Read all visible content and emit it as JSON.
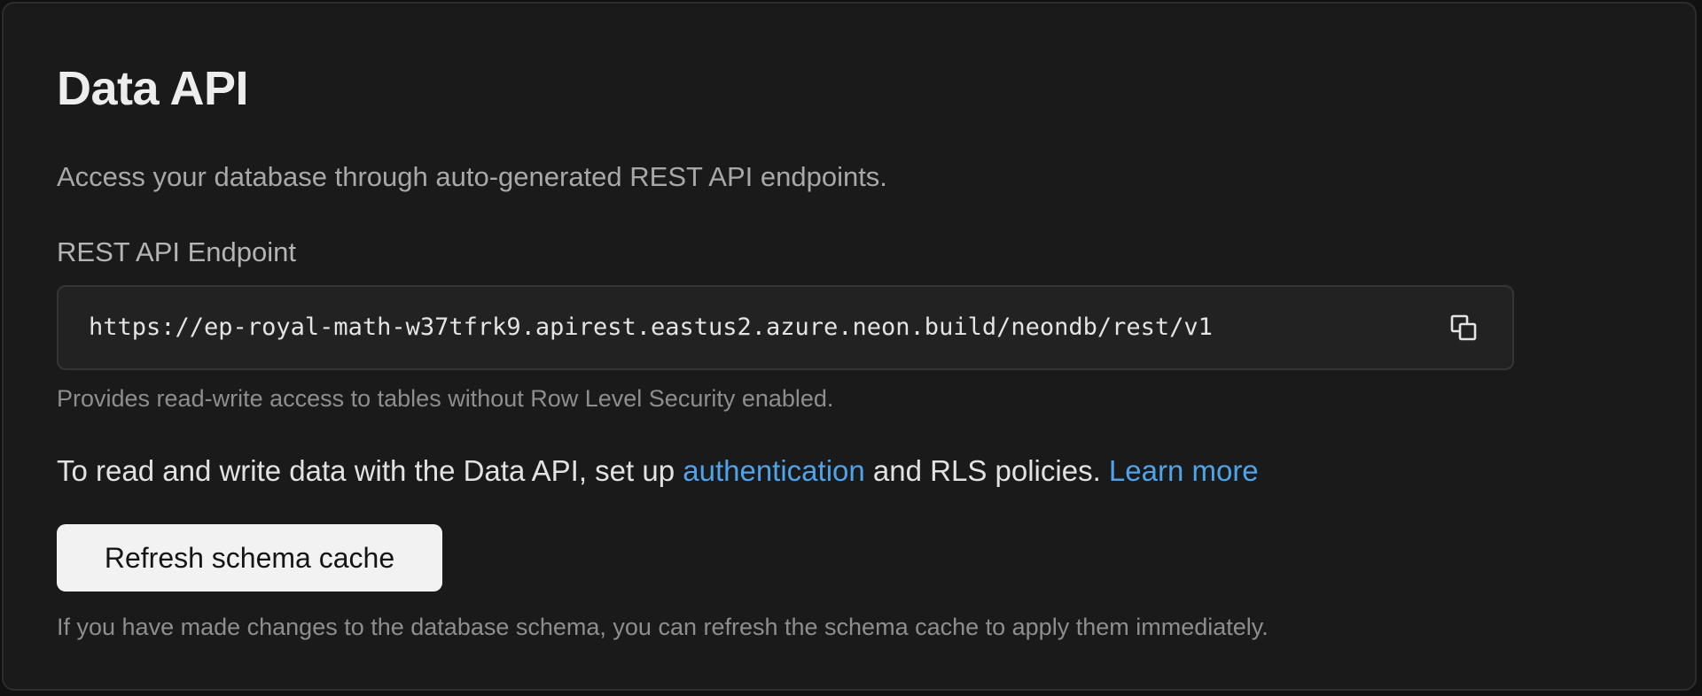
{
  "section": {
    "title": "Data API",
    "description": "Access your database through auto-generated REST API endpoints."
  },
  "endpoint": {
    "label": "REST API Endpoint",
    "url": "https://ep-royal-math-w37tfrk9.apirest.eastus2.azure.neon.build/neondb/rest/v1",
    "copy_icon": "copy-icon",
    "help": "Provides read-write access to tables without Row Level Security enabled."
  },
  "auth_note": {
    "prefix": "To read and write data with the Data API, set up ",
    "auth_link": "authentication",
    "middle": " and RLS policies. ",
    "learn_more_link": "Learn more"
  },
  "refresh": {
    "button_label": "Refresh schema cache",
    "help": "If you have made changes to the database schema, you can refresh the schema cache to apply them immediately."
  },
  "colors": {
    "background": "#1a1a1a",
    "link": "#4fa3ea",
    "button_bg": "#f2f2f2"
  }
}
